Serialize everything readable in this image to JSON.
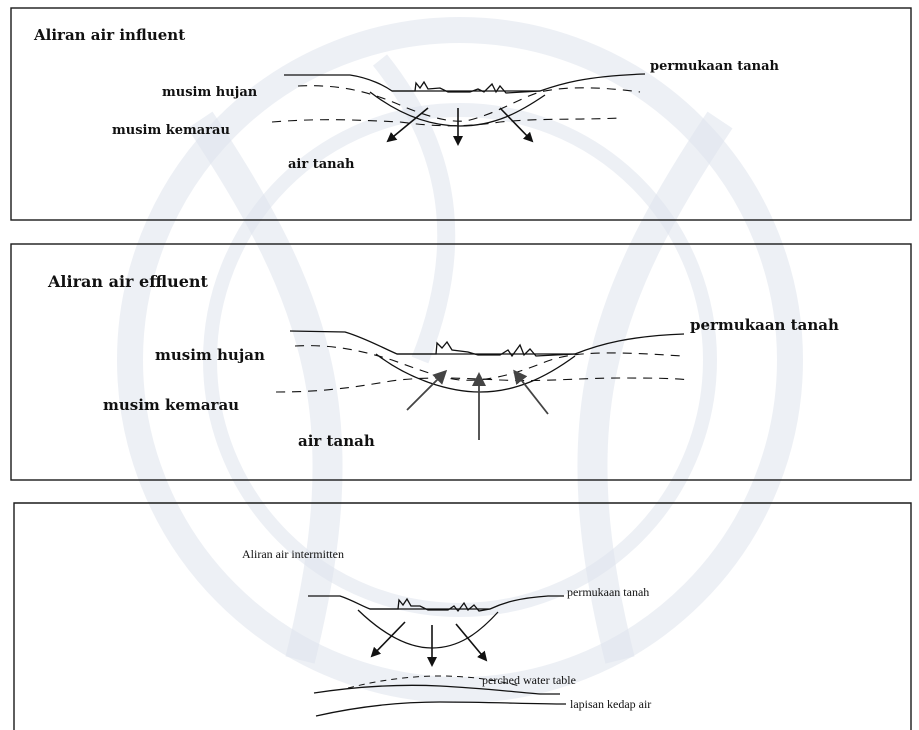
{
  "panels": [
    {
      "title": "Aliran air influent",
      "surface_label": "permukaan tanah",
      "wet_season_label": "musim hujan",
      "dry_season_label": "musim kemarau",
      "groundwater_label": "air tanah"
    },
    {
      "title": "Aliran air effluent",
      "surface_label": "permukaan tanah",
      "wet_season_label": "musim hujan",
      "dry_season_label": "musim kemarau",
      "groundwater_label": "air tanah"
    },
    {
      "title": "Aliran air intermitten",
      "surface_label": "permukaan tanah",
      "perched_label": "perched water table",
      "impermeable_label": "lapisan kedap air"
    }
  ],
  "colors": {
    "line": "#111111",
    "watermark": "#dfe3ec"
  }
}
